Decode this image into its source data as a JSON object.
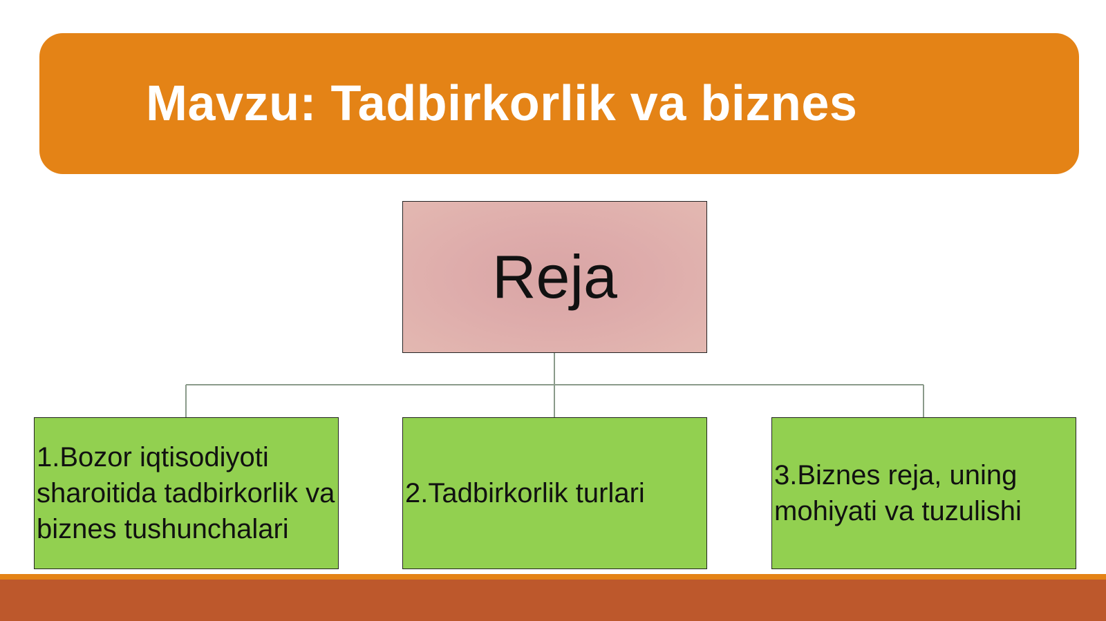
{
  "slide": {
    "title": "Mavzu: Tadbirkorlik va biznes"
  },
  "diagram": {
    "root": {
      "label": "Reja"
    },
    "children": [
      {
        "label": "1.Bozor iqtisodiyoti sharoitida tadbirkorlik va biznes tushunchalari"
      },
      {
        "label": "2.Tadbirkorlik turlari"
      },
      {
        "label": "3.Biznes reja, uning mohiyati va tuzulishi"
      }
    ]
  },
  "colors": {
    "title_bar": "#e48316",
    "root_box": "#deacab",
    "child_box": "#92d050",
    "connector": "#8a9a8a",
    "footer_thin": "#e48316",
    "footer_band": "#bd582c"
  }
}
